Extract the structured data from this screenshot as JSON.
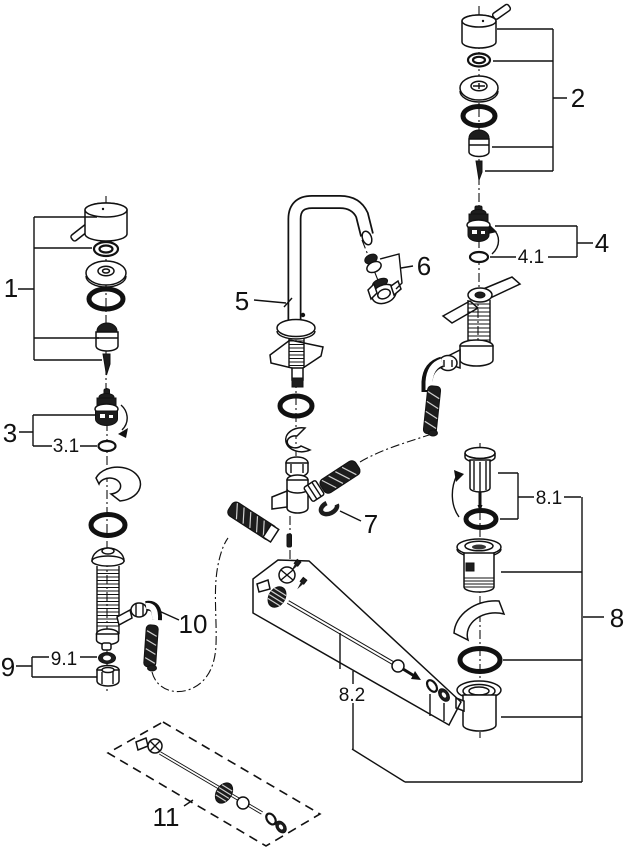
{
  "diagram": {
    "type": "exploded-parts-diagram",
    "subject": "two-handle basin faucet with pop-up drain assembly",
    "background_color": "#ffffff",
    "line_color": "#111111",
    "callout_labels": [
      {
        "part": "handle-assembly-left",
        "text": "1"
      },
      {
        "part": "handle-assembly-right",
        "text": "2"
      },
      {
        "part": "cartridge-left",
        "text": "3"
      },
      {
        "part": "cartridge-left-oring",
        "text": "3.1"
      },
      {
        "part": "cartridge-right",
        "text": "4"
      },
      {
        "part": "cartridge-right-oring",
        "text": "4.1"
      },
      {
        "part": "spout",
        "text": "5"
      },
      {
        "part": "aerator",
        "text": "6"
      },
      {
        "part": "clip",
        "text": "7"
      },
      {
        "part": "drain-assembly",
        "text": "8"
      },
      {
        "part": "popup-plug",
        "text": "8.1"
      },
      {
        "part": "popup-rod",
        "text": "8.2"
      },
      {
        "part": "mounting-nut",
        "text": "9"
      },
      {
        "part": "mounting-washer",
        "text": "9.1"
      },
      {
        "part": "elbow-hose",
        "text": "10"
      },
      {
        "part": "lift-rod-kit",
        "text": "11"
      }
    ]
  }
}
